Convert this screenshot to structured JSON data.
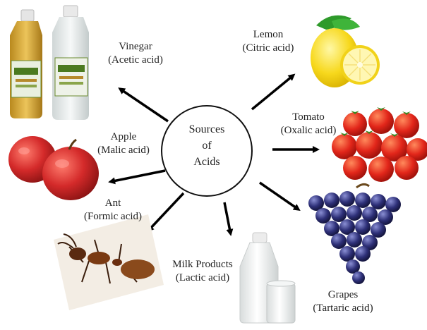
{
  "center": {
    "line1": "Sources",
    "line2": "of",
    "line3": "Acids"
  },
  "sources": [
    {
      "name": "Vinegar",
      "acid": "(Acetic acid)",
      "icon": "vinegar-bottles"
    },
    {
      "name": "Lemon",
      "acid": "(Citric acid)",
      "icon": "lemon"
    },
    {
      "name": "Tomato",
      "acid": "(Oxalic acid)",
      "icon": "tomatoes"
    },
    {
      "name": "Apple",
      "acid": "(Malic acid)",
      "icon": "apples"
    },
    {
      "name": "Ant",
      "acid": "(Formic acid)",
      "icon": "ant"
    },
    {
      "name": "Milk Products",
      "acid": "(Lactic acid)",
      "icon": "milk-bottle"
    },
    {
      "name": "Grapes",
      "acid": "(Tartaric acid)",
      "icon": "grapes"
    }
  ]
}
